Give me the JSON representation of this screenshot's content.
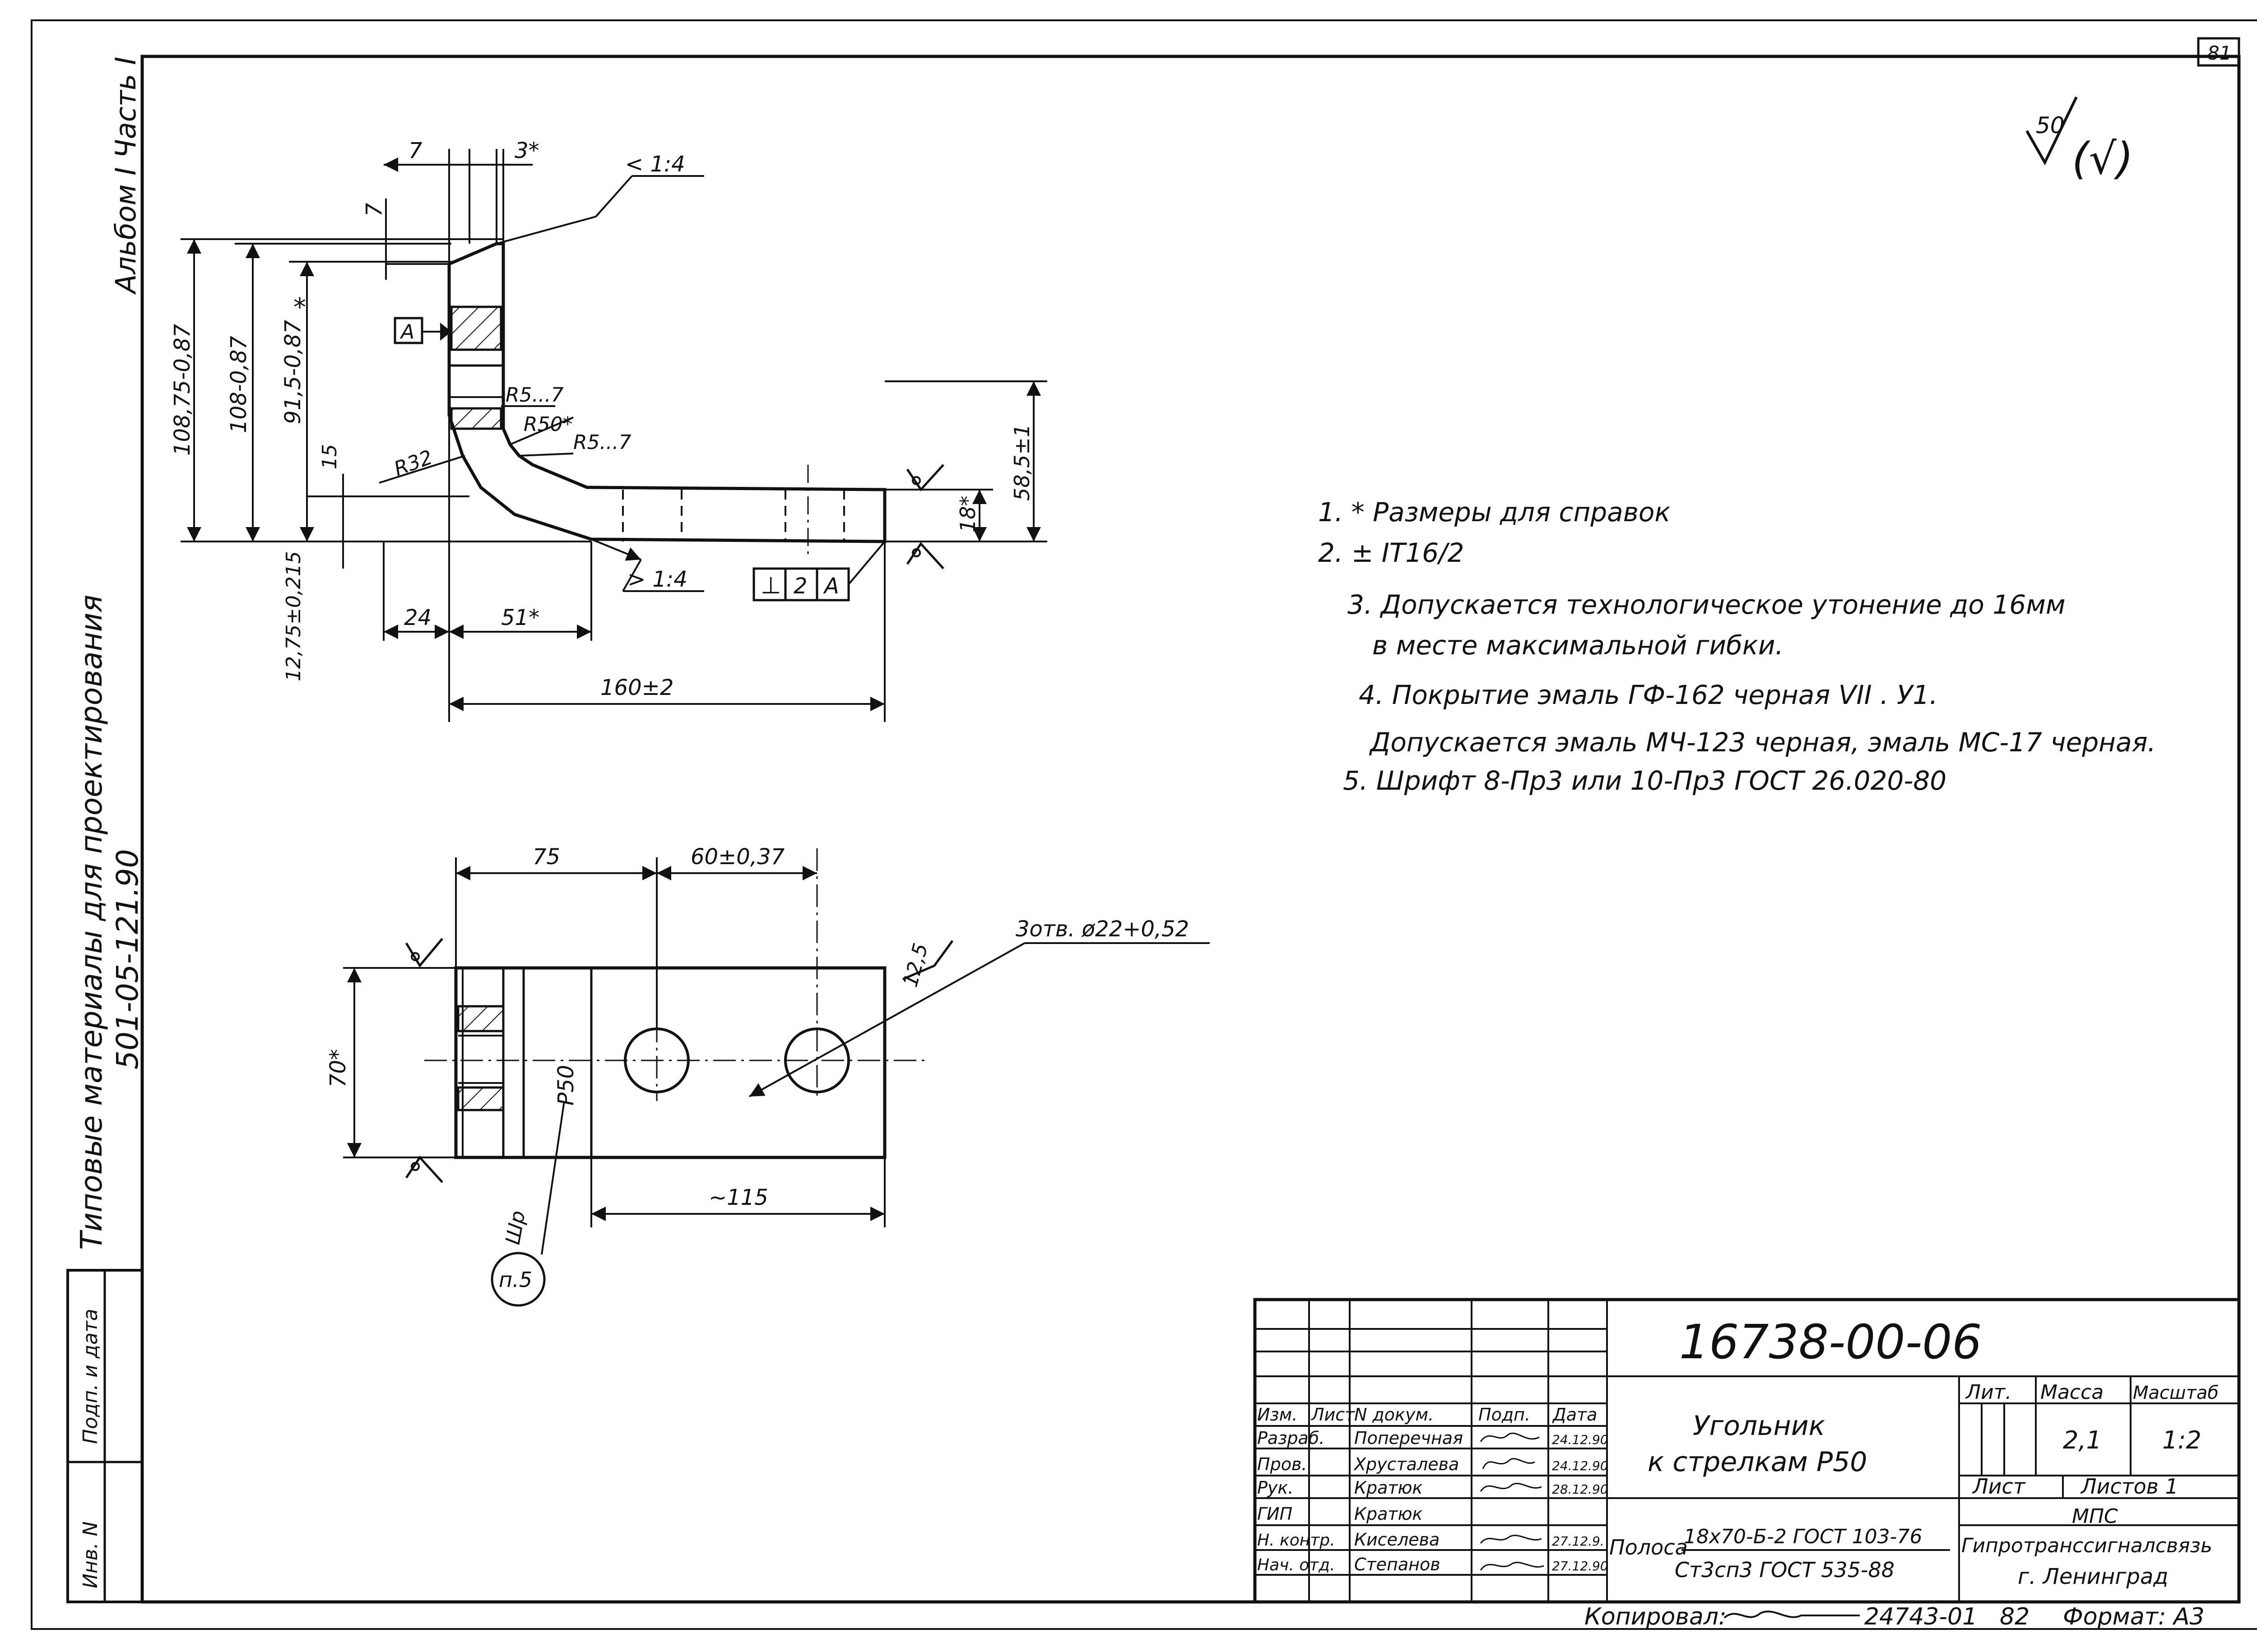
{
  "sheet": {
    "page_number": "81",
    "album_label": "Альбом I Часть I",
    "series_label": "Типовые материалы для проектирования",
    "series_number": "501-05-121.90",
    "roughness_value": "50",
    "roughness_paren": "(√)"
  },
  "side_view": {
    "dim_7_top": "7",
    "dim_3_star": "3*",
    "taper_top": "< 1:4",
    "dim_7_left": "7",
    "datum_a": "A",
    "dim_108_75": "108,75-0,87",
    "dim_108": "108-0,87",
    "dim_91_5": "91,5-0,87",
    "star_mark": "*",
    "dim_15": "15",
    "r32": "R32",
    "r5_7_a": "R5...7",
    "r50": "R50*",
    "r5_7_b": "R5...7",
    "dim_12_75": "12,75±0,215",
    "taper_bottom": "> 1:4",
    "tol_frame": [
      "⊥",
      "2",
      "A"
    ],
    "dim_24": "24",
    "dim_51": "51*",
    "dim_160": "160±2",
    "dim_18": "18*",
    "dim_58_5": "58,5±1"
  },
  "plan_view": {
    "dim_75": "75",
    "dim_60": "60±0,37",
    "holes": "3отв. ø22+0,52",
    "dim_12_5": "12,5",
    "dim_70": "70*",
    "label_p50": "Р50",
    "label_shr": "Шр",
    "dim_115": "~115",
    "callout": "п.5"
  },
  "notes": [
    "1. * Размеры для справок",
    "2. ± IT16/2",
    "3. Допускается технологическое утонение до 16мм",
    "в месте максимальной гибки.",
    "4. Покрытие эмаль ГФ-162 черная VII . У1.",
    "Допускается эмаль МЧ-123 черная, эмаль МС-17 черная.",
    "5. Шрифт 8-Пр3 или 10-Пр3 ГОСТ 26.020-80"
  ],
  "side_stamp": {
    "sign_date": "Подп. и дата",
    "inv_no": "Инв. N"
  },
  "title_block": {
    "doc_number": "16738-00-06",
    "name_line1": "Угольник",
    "name_line2": "к стрелкам Р50",
    "material_prefix": "Полоса",
    "material_line1": "18х70-Б-2 ГОСТ 103-76",
    "material_line2": "Ст3сп3 ГОСТ 535-88",
    "lit_label": "Лит.",
    "mass_label": "Масса",
    "scale_label": "Масштаб",
    "mass_value": "2,1",
    "scale_value": "1:2",
    "sheet_label": "Лист",
    "sheets_label": "Листов 1",
    "org_line1": "МПС",
    "org_line2": "Гипротранссигналсвязь",
    "org_line3": "г. Ленинград",
    "header": [
      "Изм.",
      "Лист",
      "N докум.",
      "Подп.",
      "Дата"
    ],
    "rows": [
      {
        "role": "Разраб.",
        "name": "Поперечная",
        "date": "24.12.90"
      },
      {
        "role": "Пров.",
        "name": "Хрусталева",
        "date": "24.12.90"
      },
      {
        "role": "Рук.",
        "name": "Кратюк",
        "date": "28.12.90"
      },
      {
        "role": "ГИП",
        "name": "Кратюк",
        "date": ""
      },
      {
        "role": "Н. контр.",
        "name": "Киселева",
        "date": "27.12.9."
      },
      {
        "role": "Нач. отд.",
        "name": "Степанов",
        "date": "27.12.90"
      }
    ],
    "copied_label": "Копировал:",
    "copy_number": "24743-01",
    "bottom_page": "82",
    "format_label": "Формат: А3"
  }
}
